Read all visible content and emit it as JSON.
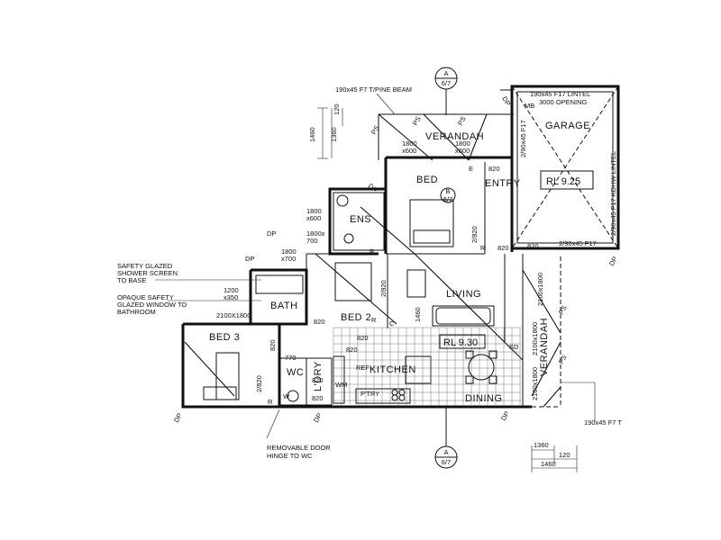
{
  "section_markers": {
    "top": {
      "letter": "A",
      "sheet": "6/7"
    },
    "bottom": {
      "letter": "A",
      "sheet": "6/7"
    }
  },
  "rooms": {
    "verandah_top": "VERANDAH",
    "garage": "GARAGE",
    "bed": "BED",
    "entry": "ENTRY",
    "ens": "ENS",
    "living": "LIVING",
    "bath": "BATH",
    "bed2": "BED 2",
    "bed3": "BED 3",
    "wc": "WC",
    "ldry": "L'DRY",
    "kitchen": "KITCHEN",
    "dining": "DINING",
    "verandah_right": "VERANDAH",
    "ref": "REF",
    "ptry": "P'TRY"
  },
  "levels": {
    "garage_rl": "RL 9.25",
    "living_rl": "RL 9.30"
  },
  "notes": {
    "pine_beam": "190x45 F7 T/PINE BEAM",
    "garage_lintel_1": "190x45 F17 LINTEL",
    "garage_lintel_2": "3000 OPENING",
    "kdhw_lintel": "2/90x45 F17 KDHW LINTEL",
    "garage_f17_a": "2/90x45 F17",
    "garage_f17_b": "2/90x45 F17",
    "f7_bottom": "190x45 F7 T",
    "shower_1": "SAFETY GLAZED",
    "shower_2": "SHOWER SCREEN",
    "shower_3": "TO BASE",
    "opaque_1": "OPAQUE SAFETY",
    "opaque_2": "GLAZED WINDOW TO",
    "opaque_3": "BATHROOM",
    "door_1": "REMOVABLE DOOR",
    "door_2": "HINGE TO WC"
  },
  "dimensions": {
    "d1460_top": "1460",
    "d1360_top": "1360",
    "d120_top": "120",
    "d1360_bot": "1360",
    "d120_bot": "120",
    "d1460_bot": "1460",
    "w1800x600_a": "1800\nx600",
    "w1800x600_b": "1800\nx600",
    "w1800x600_c": "1800\nx600",
    "w1800x700_a": "1800x\n700",
    "w1800x700_b": "1800\nx700",
    "w1200x350": "1200\nx350",
    "w2100x1800": "2100X1800",
    "d820_entry": "820",
    "d2_820_bed": "2/820",
    "d820_r": "820",
    "d820_garage": "820",
    "d2100x1800_a": "2100x1800",
    "d2100x1800_b": "2100x1800",
    "d2100x1800_c": "2100x1800",
    "d2_820_bed2": "2/820",
    "d820_bed2": "820",
    "d1460_c": "1460",
    "d820_bath": "820",
    "d820_bed3": "820",
    "d2_820_bed3": "2/820",
    "d770": "770",
    "d820_wc": "820",
    "d820_ldry": "820",
    "d820_ldry2": "820",
    "sd": "SD",
    "ps_labels": [
      "PS",
      "PS",
      "PS",
      "PS",
      "PS"
    ],
    "dp_labels": [
      "DP",
      "DP",
      "DP",
      "DP",
      "DP",
      "DP",
      "DP",
      "DP"
    ],
    "r_labels": [
      "R",
      "R",
      "R",
      "R"
    ],
    "mb": "MB",
    "e": "E",
    "c": "C",
    "w": "W",
    "wm": "WM",
    "b_marker": "B",
    "b_sheet": "6/7"
  }
}
